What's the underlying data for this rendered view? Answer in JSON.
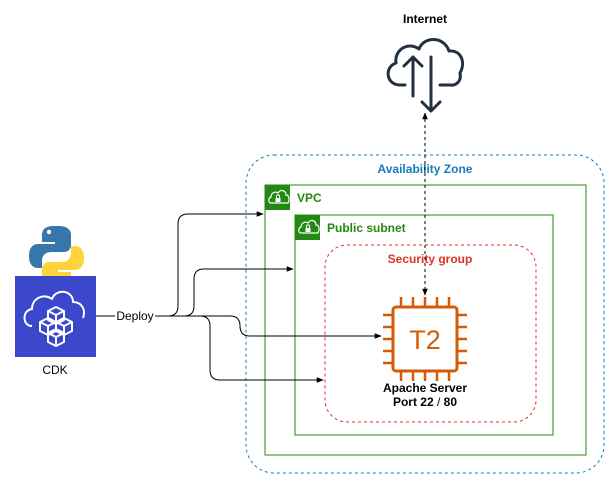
{
  "internet": {
    "label": "Internet",
    "icon": "cloud-upload-download-icon"
  },
  "availability_zone": {
    "label": "Availability Zone",
    "color": "#147EBA"
  },
  "vpc": {
    "label": "VPC",
    "color": "#248814",
    "icon": "vpc-cloud-lock-icon"
  },
  "public_subnet": {
    "label": "Public subnet",
    "color": "#248814",
    "icon": "subnet-cloud-lock-icon"
  },
  "security_group": {
    "label": "Security group",
    "color": "#DD3522"
  },
  "ec2": {
    "chip_label": "T2",
    "name": "Apache Server",
    "port_prefix": "Port ",
    "port_http_ssh": "22",
    "port_sep": " / ",
    "port_web": "80",
    "color": "#D45B07",
    "icon": "ec2-t2-chip-icon"
  },
  "python": {
    "icon": "python-logo-icon"
  },
  "cdk": {
    "label": "CDK",
    "color": "#3B48CC",
    "icon": "cdk-cloud-cubes-icon"
  },
  "edge": {
    "deploy_label": "Deploy"
  }
}
